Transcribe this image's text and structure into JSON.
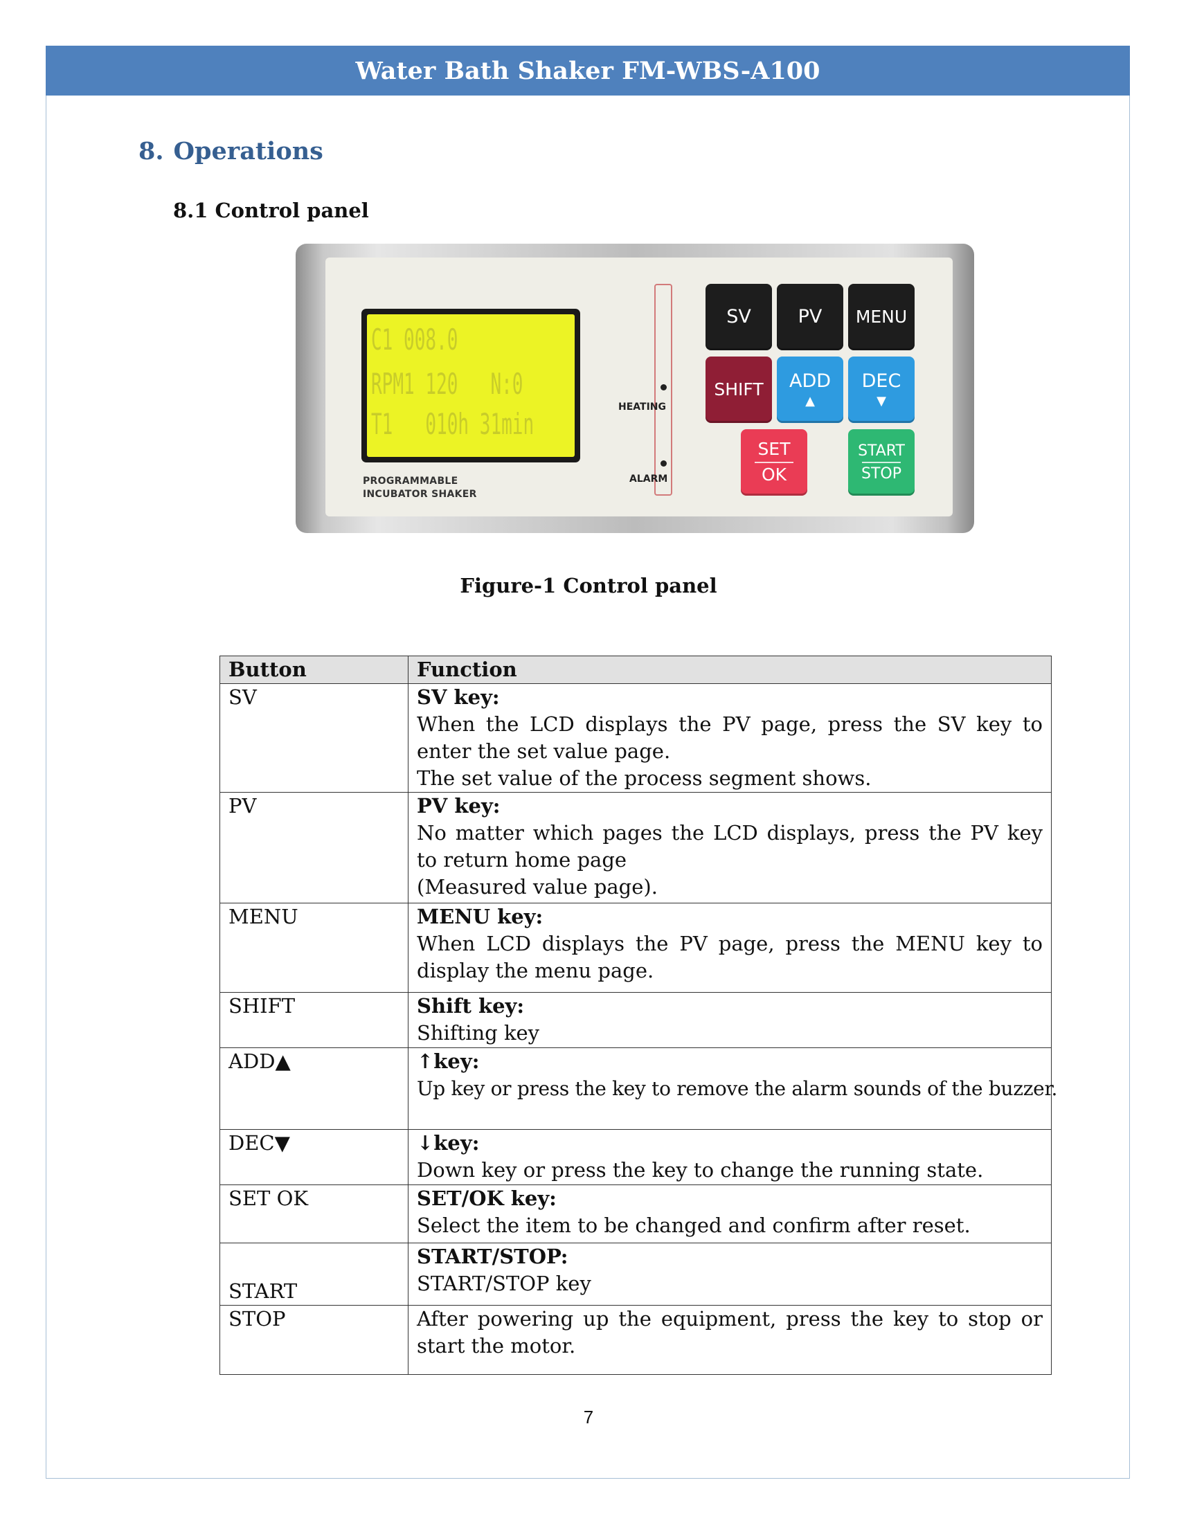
{
  "header": {
    "title": "Water Bath Shaker FM-WBS-A100"
  },
  "section": {
    "number": "8.",
    "title": "Operations"
  },
  "subsection": {
    "title": "8.1 Control panel"
  },
  "control_panel": {
    "lcd": {
      "line1": "C1 008.0",
      "line2": "RPM1 120   N:0",
      "line3": "T1   010h 31min"
    },
    "brand": {
      "line1": "PROGRAMMABLE",
      "line2": "INCUBATOR SHAKER"
    },
    "indicators": {
      "heating": "HEATING",
      "alarm": "ALARM"
    },
    "keys": {
      "sv": "SV",
      "pv": "PV",
      "menu": "MENU",
      "shift": "SHIFT",
      "add": "ADD",
      "add_arrow": "▲",
      "dec": "DEC",
      "dec_arrow": "▼",
      "set": "SET",
      "ok": "OK",
      "start": "START",
      "stop": "STOP"
    },
    "colors": {
      "lcd": "#ecf325",
      "black_key": "#1d1d1d",
      "shift_key": "#8f1e35",
      "blue_key": "#2e9be0",
      "red_key": "#ea3c55",
      "green_key": "#2eb873"
    }
  },
  "figure": {
    "caption": "Figure-1 Control panel"
  },
  "table": {
    "headers": [
      "Button",
      "Function"
    ],
    "rows": [
      {
        "button": "SV",
        "title": "SV key:",
        "desc": [
          "When the LCD displays the PV page, press the SV key to enter the set value page.",
          "The set value of the process segment shows."
        ]
      },
      {
        "button": "PV",
        "title": "PV key:",
        "desc": [
          "No matter which pages the LCD displays, press the PV key to return home page",
          "(Measured value page)."
        ]
      },
      {
        "button": "MENU",
        "title": "MENU key:",
        "desc": [
          "When LCD displays the PV page, press the MENU key to display the menu page."
        ]
      },
      {
        "button": "SHIFT",
        "title": "Shift key:",
        "desc": [
          "Shifting key"
        ]
      },
      {
        "button": "ADD▲",
        "title": "↑key:",
        "desc": [
          "Up key or press the key to remove the alarm sounds of the buzzer."
        ]
      },
      {
        "button": "DEC▼",
        "title": "↓key:",
        "desc": [
          "Down key or press the key to change the running state."
        ]
      },
      {
        "button": "SET OK",
        "title": "SET/OK key:",
        "desc": [
          "Select the item to be changed and confirm after reset."
        ]
      },
      {
        "button": "START",
        "title": "START/STOP:",
        "desc": [
          "START/STOP key"
        ]
      },
      {
        "button": "STOP",
        "title": "",
        "desc": [
          "After powering up the equipment, press the key to stop or start the motor."
        ]
      }
    ]
  },
  "page": {
    "number": "7"
  },
  "colors": {
    "header_band": "#4f81bd",
    "section_title": "#365f91",
    "table_header": "#e1e1e1"
  }
}
